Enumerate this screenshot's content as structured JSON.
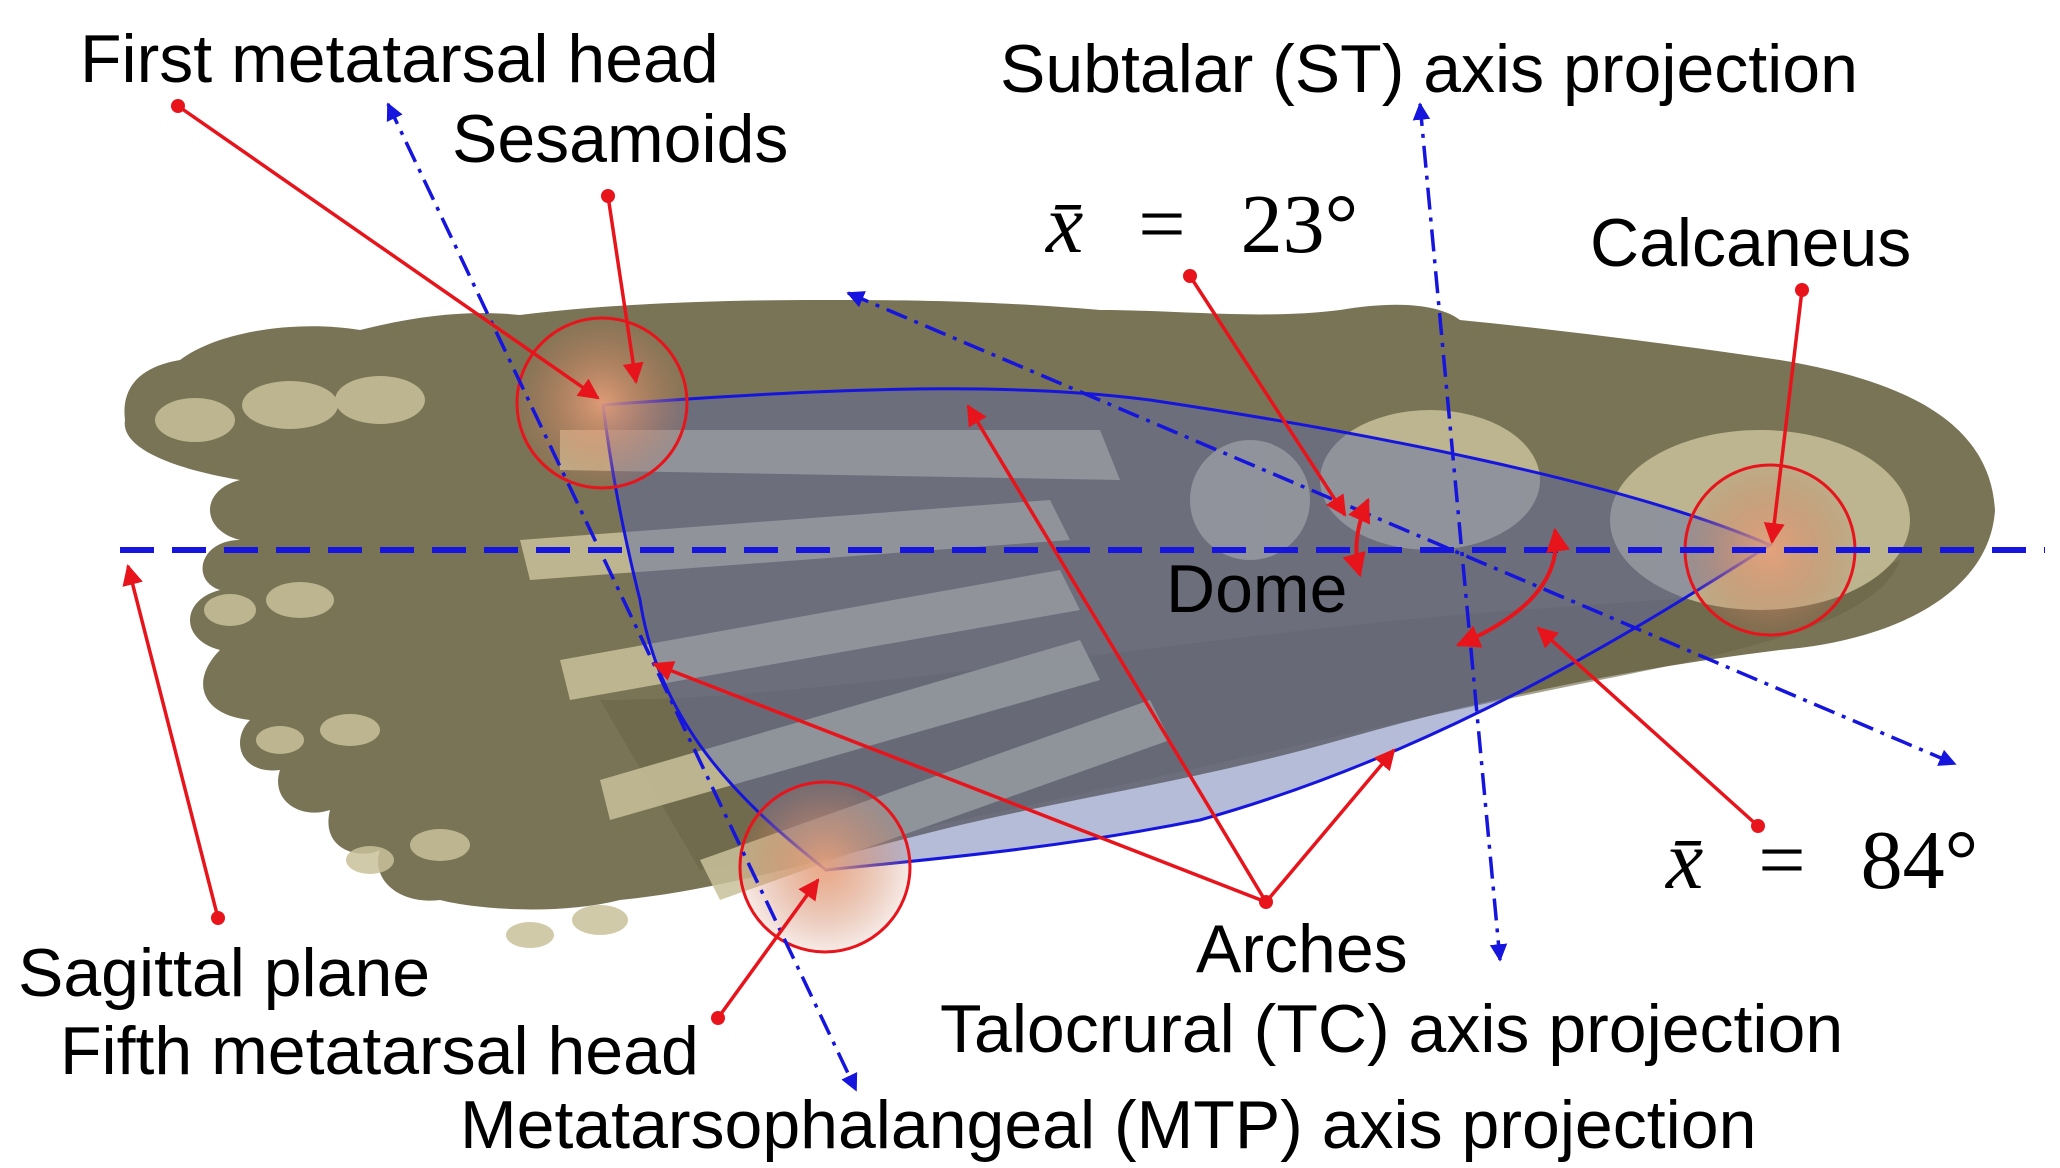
{
  "labels": {
    "first_metatarsal_head": "First metatarsal head",
    "sesamoids": "Sesamoids",
    "subtalar_axis": "Subtalar (ST) axis projection",
    "calcaneus": "Calcaneus",
    "dome": "Dome",
    "sagittal_plane": "Sagittal plane",
    "fifth_metatarsal_head": "Fifth metatarsal head",
    "arches": "Arches",
    "talocrural_axis": "Talocrural (TC) axis projection",
    "mtp_axis": "Metatarsophalangeal (MTP) axis projection"
  },
  "angles": {
    "st_angle": {
      "symbol": "x̄",
      "equals": "=",
      "value": "23°"
    },
    "tc_angle": {
      "symbol": "x̄",
      "equals": "=",
      "value": "84°"
    }
  },
  "colors": {
    "foot_fill": "#7a7456",
    "bone": "#c8c19a",
    "axis_blue": "#1515dd",
    "annotation_red": "#e8141c",
    "overlay_blue": "#5a6aa8"
  }
}
